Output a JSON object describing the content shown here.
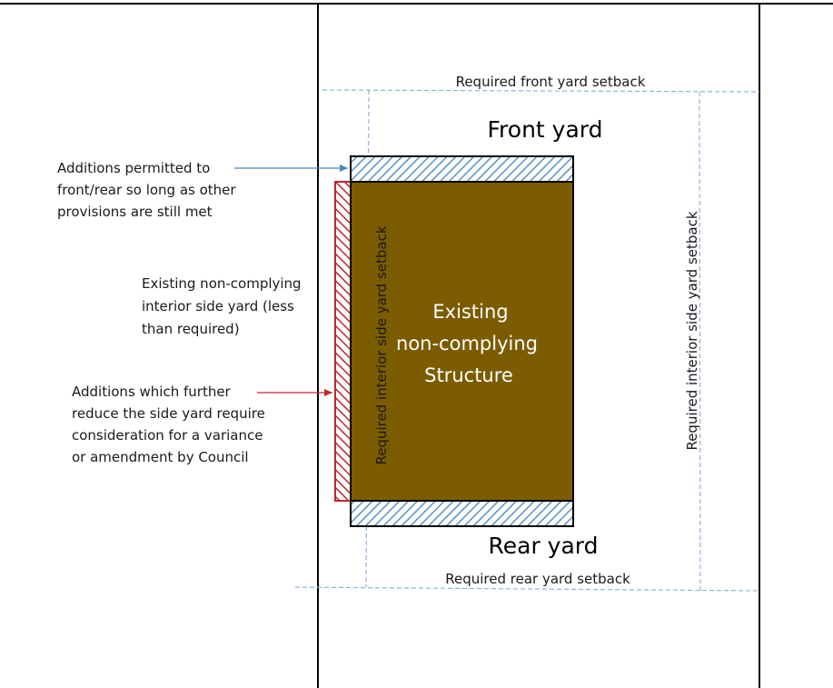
{
  "labels": {
    "front_setback": "Required front yard setback",
    "rear_setback": "Required rear yard setback",
    "front_yard": "Front yard",
    "rear_yard": "Rear yard",
    "interior_setback_left": "Required interior side yard setback",
    "interior_setback_right": "Required interior side yard setback",
    "structure": [
      "Existing",
      "non-complying",
      "Structure"
    ],
    "note_additions_permitted": [
      "Additions permitted to",
      "front/rear so long as other",
      "provisions are still met"
    ],
    "note_existing_side_yard": [
      "Existing non-complying",
      "interior side yard (less",
      "than required)"
    ],
    "note_additions_variance": [
      "Additions which further",
      "reduce the side yard require",
      "consideration for a variance",
      "or amendment by Council"
    ]
  },
  "colors": {
    "structure_fill": "#7b5c00",
    "hatch_blue": "#5b8fc7",
    "hatch_red": "#c0262d",
    "setback_line": "#8fb3de",
    "arrow_blue": "#4a86c5",
    "arrow_red": "#c0262d"
  }
}
